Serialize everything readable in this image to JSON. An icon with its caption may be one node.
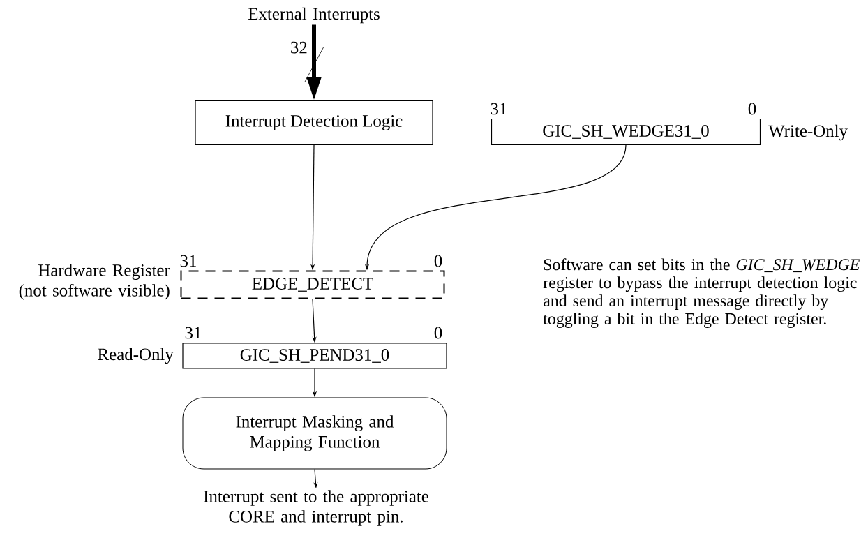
{
  "diagram": {
    "nodes": [
      {
        "text": [
          "External Interrupts"
        ]
      },
      {
        "text": [
          "Interrupt Detection Logic"
        ]
      },
      {
        "text": [
          "GIC_SH_WEDGE31_0"
        ],
        "beside": [
          "31",
          "0",
          "Write-Only"
        ]
      },
      {
        "text": [
          "EDGE_DETECT"
        ],
        "beside": [
          "31",
          "0",
          "Hardware Register (not software visible)"
        ]
      },
      {
        "text": [
          "GIC_SH_PEND31_0"
        ],
        "beside": [
          "31",
          "0",
          "Read-Only"
        ]
      },
      {
        "text": [
          "Interrupt Masking and Mapping Function"
        ]
      },
      {
        "text": [
          "Interrupt sent to the appropriate CORE and interrupt pin."
        ]
      }
    ],
    "edges": [
      {
        "from": 0,
        "to": 1,
        "arrow": "to",
        "style": "thick",
        "label": "32"
      },
      {
        "from": 1,
        "to": 3,
        "arrow": "to"
      },
      {
        "from": 2,
        "to": 3,
        "arrow": "to"
      },
      {
        "from": 3,
        "to": 4,
        "arrow": "to"
      },
      {
        "from": 4,
        "to": 5,
        "arrow": "to"
      },
      {
        "from": 5,
        "to": 6,
        "arrow": "to"
      }
    ],
    "labels": [
      "Software can set bits in the *GIC_SH_WEDGE* register to bypass the interrupt detection logic and send an interrupt message directly by toggling a bit in the Edge Detect register."
    ]
  }
}
